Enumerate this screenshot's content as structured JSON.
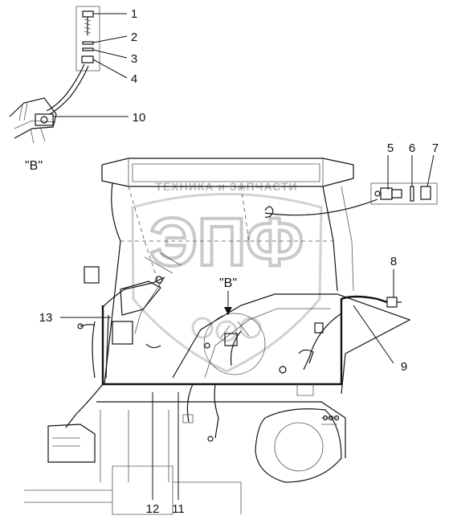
{
  "callouts": [
    {
      "id": "c1",
      "label": "1"
    },
    {
      "id": "c2",
      "label": "2"
    },
    {
      "id": "c3",
      "label": "3"
    },
    {
      "id": "c4",
      "label": "4"
    },
    {
      "id": "c5",
      "label": "5"
    },
    {
      "id": "c6",
      "label": "6"
    },
    {
      "id": "c7",
      "label": "7"
    },
    {
      "id": "c8",
      "label": "8"
    },
    {
      "id": "c9",
      "label": "9"
    },
    {
      "id": "c10",
      "label": "10"
    },
    {
      "id": "c11",
      "label": "11"
    },
    {
      "id": "c12",
      "label": "12"
    },
    {
      "id": "c13",
      "label": "13"
    }
  ],
  "view_labels": {
    "detail_view": "\"B\"",
    "main_view_marker": "\"B\""
  },
  "watermark": {
    "text": "ТЕХНИКА и ЗАПЧАСТИ",
    "logo": "ЭПФ"
  }
}
